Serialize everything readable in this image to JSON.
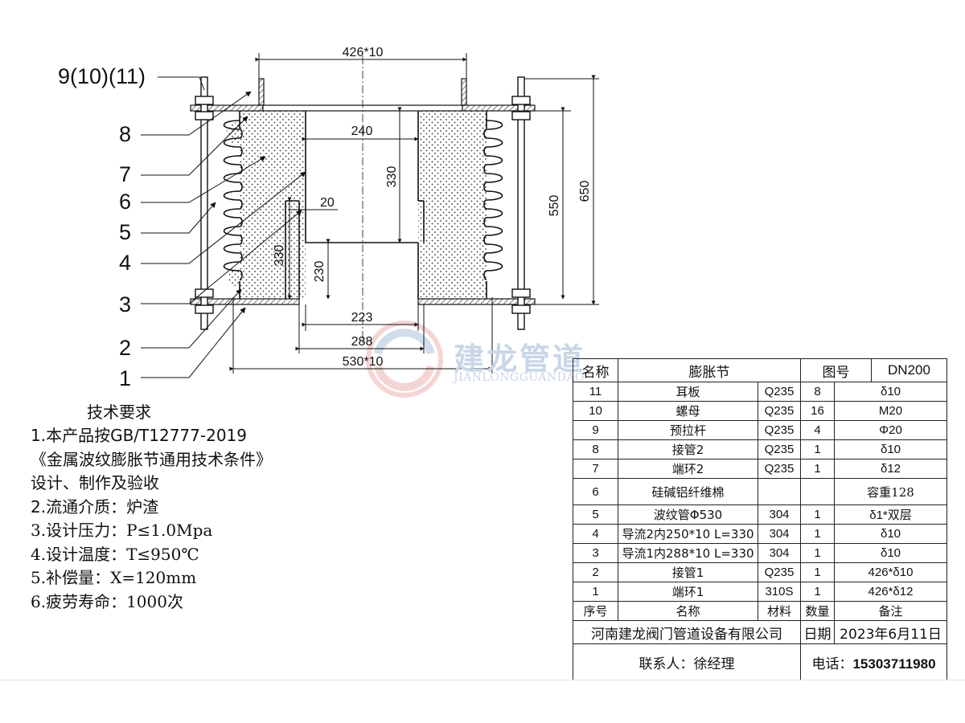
{
  "callouts": [
    "9(10)(11)",
    "8",
    "7",
    "6",
    "5",
    "4",
    "3",
    "2",
    "1"
  ],
  "dimensions": {
    "top_pipe": "426*10",
    "inner_top": "240",
    "upper_height": "330",
    "gap": "20",
    "lower_height": "330",
    "inner_lower": "230",
    "overall_550": "550",
    "overall_650": "650",
    "bottom_223": "223",
    "bottom_288": "288",
    "bottom_530": "530*10"
  },
  "tech": {
    "title": "技术要求",
    "lines": [
      "1.本产品按GB/T12777-2019",
      "《金属波纹膨胀节通用技术条件》",
      "设计、制作及验收",
      "2.流通介质：炉渣",
      "3.设计压力：P≤1.0Mpa",
      "4.设计温度：T≤950℃",
      "5.补偿量：X=120mm",
      "6.疲劳寿命：1000次"
    ]
  },
  "bom": {
    "header": {
      "name_label": "名称",
      "name_value": "膨胀节",
      "drawing_label": "图号",
      "drawing_value": "DN200"
    },
    "rows": [
      {
        "no": "11",
        "name": "耳板",
        "material": "Q235",
        "qty": "8",
        "note": "δ10"
      },
      {
        "no": "10",
        "name": "螺母",
        "material": "Q235",
        "qty": "16",
        "note": "M20"
      },
      {
        "no": "9",
        "name": "预拉杆",
        "material": "Q235",
        "qty": "4",
        "note": "Φ20"
      },
      {
        "no": "8",
        "name": "接管2",
        "material": "Q235",
        "qty": "1",
        "note": "δ10"
      },
      {
        "no": "7",
        "name": "端环2",
        "material": "Q235",
        "qty": "1",
        "note": "δ12"
      },
      {
        "no": "6",
        "name": "硅碱铝纤维棉",
        "material": "",
        "qty": "",
        "note": "容重128"
      },
      {
        "no": "5",
        "name": "波纹管Φ530",
        "material": "304",
        "qty": "1",
        "note": "δ1*双层"
      },
      {
        "no": "4",
        "name": "导流2内250*10 L=330",
        "material": "304",
        "qty": "1",
        "note": "δ10"
      },
      {
        "no": "3",
        "name": "导流1内288*10 L=330",
        "material": "304",
        "qty": "1",
        "note": "δ10"
      },
      {
        "no": "2",
        "name": "接管1",
        "material": "Q235",
        "qty": "1",
        "note": "426*δ10"
      },
      {
        "no": "1",
        "name": "端环1",
        "material": "310S",
        "qty": "1",
        "note": "426*δ12"
      }
    ],
    "columns": {
      "no": "序号",
      "name": "名称",
      "material": "材料",
      "qty": "数量",
      "note": "备注"
    },
    "company": "河南建龙阀门管道设备有限公司",
    "date_label": "日期",
    "date_value": "2023年6月11日",
    "contact": "联系人：徐经理",
    "phone_label": "电话：",
    "phone_value": "15303711980"
  },
  "watermark": {
    "cn": "建龙管道",
    "en": "JIANLONGGUANDAO"
  }
}
